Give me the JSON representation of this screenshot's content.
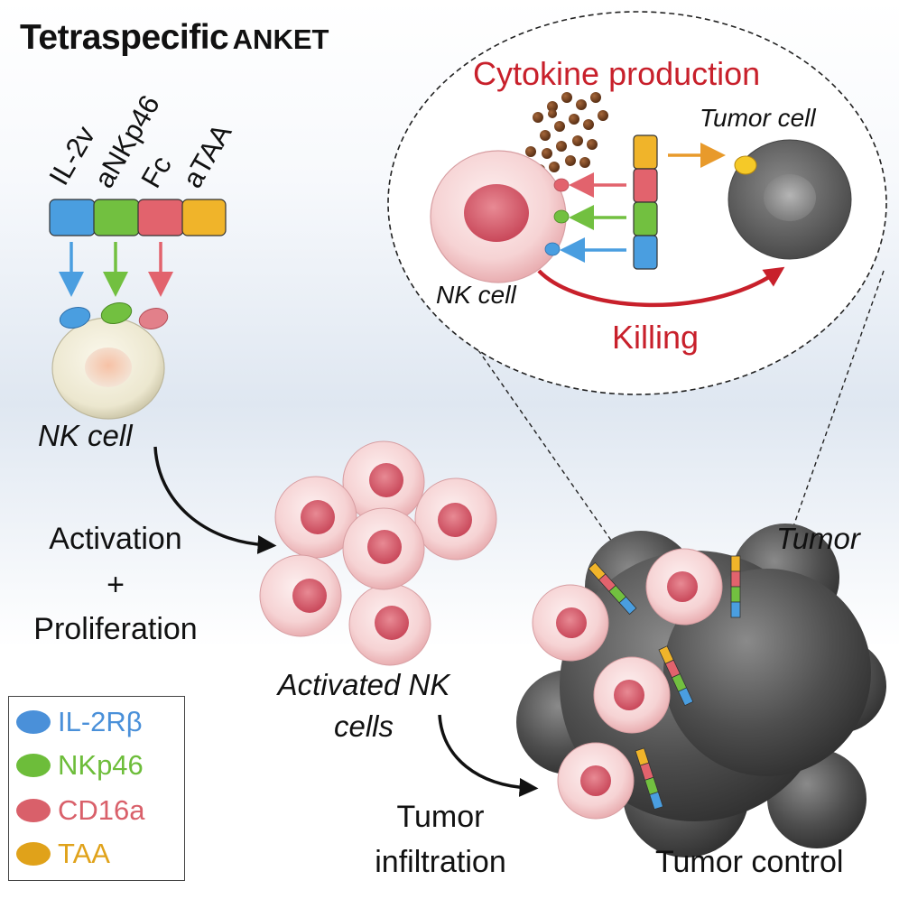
{
  "title": {
    "bold": "Tetraspecific",
    "rest": "ANKET"
  },
  "construct_labels": [
    "IL-2v",
    "aNKp46",
    "Fc",
    "aTAA"
  ],
  "labels": {
    "nk_cell_left": "NK cell",
    "activation": "Activation",
    "plus": "+",
    "proliferation": "Proliferation",
    "activated_line1": "Activated NK",
    "activated_line2": "cells",
    "tumor_infiltration_line1": "Tumor",
    "tumor_infiltration_line2": "infiltration",
    "tumor": "Tumor",
    "tumor_control": "Tumor control",
    "cytokine_production": "Cytokine production",
    "tumor_cell": "Tumor cell",
    "nk_cell_inset": "NK cell",
    "killing": "Killing"
  },
  "legend": [
    {
      "label": "IL-2Rβ",
      "color": "#4a90d9"
    },
    {
      "label": "NKp46",
      "color": "#6dbd3a"
    },
    {
      "label": "CD16a",
      "color": "#d9606a"
    },
    {
      "label": "TAA",
      "color": "#e0a21a"
    }
  ],
  "colors": {
    "il2": "#4a9ee0",
    "nkp46": "#72c040",
    "cd16a": "#e2636d",
    "taa": "#f0b42a",
    "accent_red": "#c8202b",
    "tumor_gray": "#555555"
  }
}
